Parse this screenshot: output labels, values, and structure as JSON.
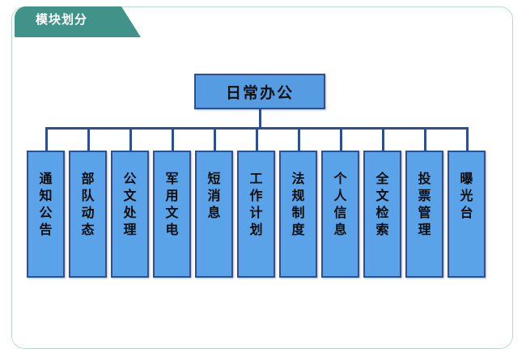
{
  "panel": {
    "tab_label": "模块划分",
    "tab_color": "#41938a",
    "border_color": "#b9dbd2",
    "background": "#ffffff"
  },
  "diagram": {
    "type": "org-chart",
    "node_fill": "#5ba3e8",
    "node_border": "#2d4f96",
    "connector_color": "#2d4f96",
    "root": {
      "label": "日常办公"
    },
    "children": [
      {
        "label": "通知公告",
        "chars": [
          "通",
          "知",
          "公",
          "告"
        ]
      },
      {
        "label": "部队动态",
        "chars": [
          "部",
          "队",
          "动",
          "态"
        ]
      },
      {
        "label": "公文处理",
        "chars": [
          "公",
          "文",
          "处",
          "理"
        ]
      },
      {
        "label": "军用文电",
        "chars": [
          "军",
          "用",
          "文",
          "电"
        ]
      },
      {
        "label": "短消息",
        "chars": [
          "短",
          "消",
          "息"
        ]
      },
      {
        "label": "工作计划",
        "chars": [
          "工",
          "作",
          "计",
          "划"
        ]
      },
      {
        "label": "法规制度",
        "chars": [
          "法",
          "规",
          "制",
          "度"
        ]
      },
      {
        "label": "个人信息",
        "chars": [
          "个",
          "人",
          "信",
          "息"
        ]
      },
      {
        "label": "全文检索",
        "chars": [
          "全",
          "文",
          "检",
          "索"
        ]
      },
      {
        "label": "投票管理",
        "chars": [
          "投",
          "票",
          "管",
          "理"
        ]
      },
      {
        "label": "曝光台",
        "chars": [
          "曝",
          "光",
          "台"
        ]
      }
    ]
  }
}
